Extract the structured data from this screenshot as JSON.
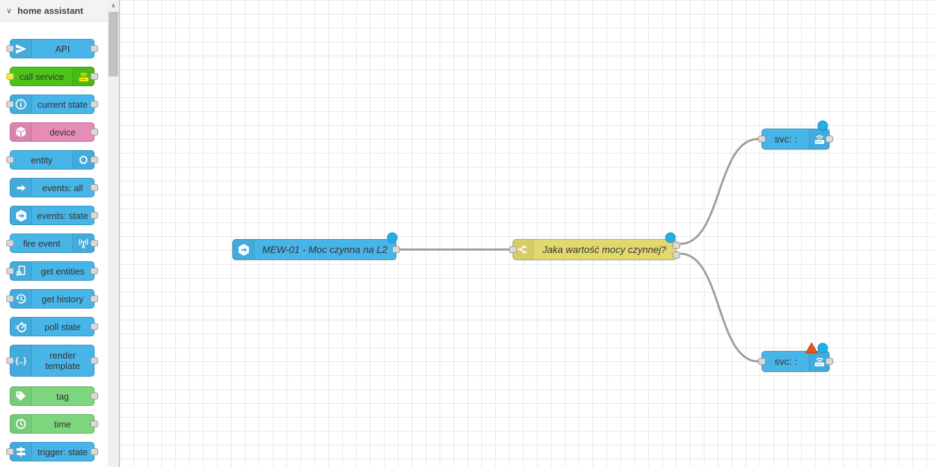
{
  "colors": {
    "node_blue": "#47b5e7",
    "node_blue_border": "#3a93bd",
    "node_green": "#4ec31a",
    "node_green_border": "#3f9c15",
    "node_lgreen": "#7dd67d",
    "node_lgreen_border": "#65ae65",
    "node_pink": "#e78bb9",
    "node_pink_border": "#bd7198",
    "node_yellow": "#e2d96e",
    "node_yellow_border": "#b5ad56",
    "port": "#d9d9d9",
    "port_border": "#999999",
    "port_yellow": "#eded4e",
    "wire": "#9e9e9e",
    "dot": "#1fb0e8",
    "dot_border": "#0e89bd",
    "warn": "#e8561c",
    "warn_border": "#b5400f",
    "grid": "#e8e8e8",
    "canvas_border": "#bbbbbb",
    "header_bg": "#f3f3f3",
    "header_text": "#444444",
    "scroll_track": "#f1f1f1",
    "scroll_thumb": "#c1c1c1",
    "label": "#333333"
  },
  "icons": {
    "chevron_down": "∨",
    "scroll_up": "∧",
    "template_glyph": "{..}"
  },
  "palette": {
    "header": "home assistant",
    "items": [
      {
        "label": "API"
      },
      {
        "label": "call service"
      },
      {
        "label": "current state"
      },
      {
        "label": "device"
      },
      {
        "label": "entity"
      },
      {
        "label": "events: all"
      },
      {
        "label": "events: state"
      },
      {
        "label": "fire event"
      },
      {
        "label": "get entities"
      },
      {
        "label": "get history"
      },
      {
        "label": "poll state"
      },
      {
        "label": "render template"
      },
      {
        "label": "tag"
      },
      {
        "label": "time"
      },
      {
        "label": "trigger: state"
      }
    ]
  },
  "canvas": {
    "nodes": [
      {
        "label": "MEW-01 - Moc czynna na L2",
        "type": "events: state",
        "status": "changed"
      },
      {
        "label": "Jaka wartość mocy czynnej?",
        "type": "switch",
        "status": "changed"
      },
      {
        "label": "svc: :",
        "type": "call service",
        "status": "changed"
      },
      {
        "label": "svc: :",
        "type": "call service",
        "status": "changed + warning"
      }
    ]
  }
}
